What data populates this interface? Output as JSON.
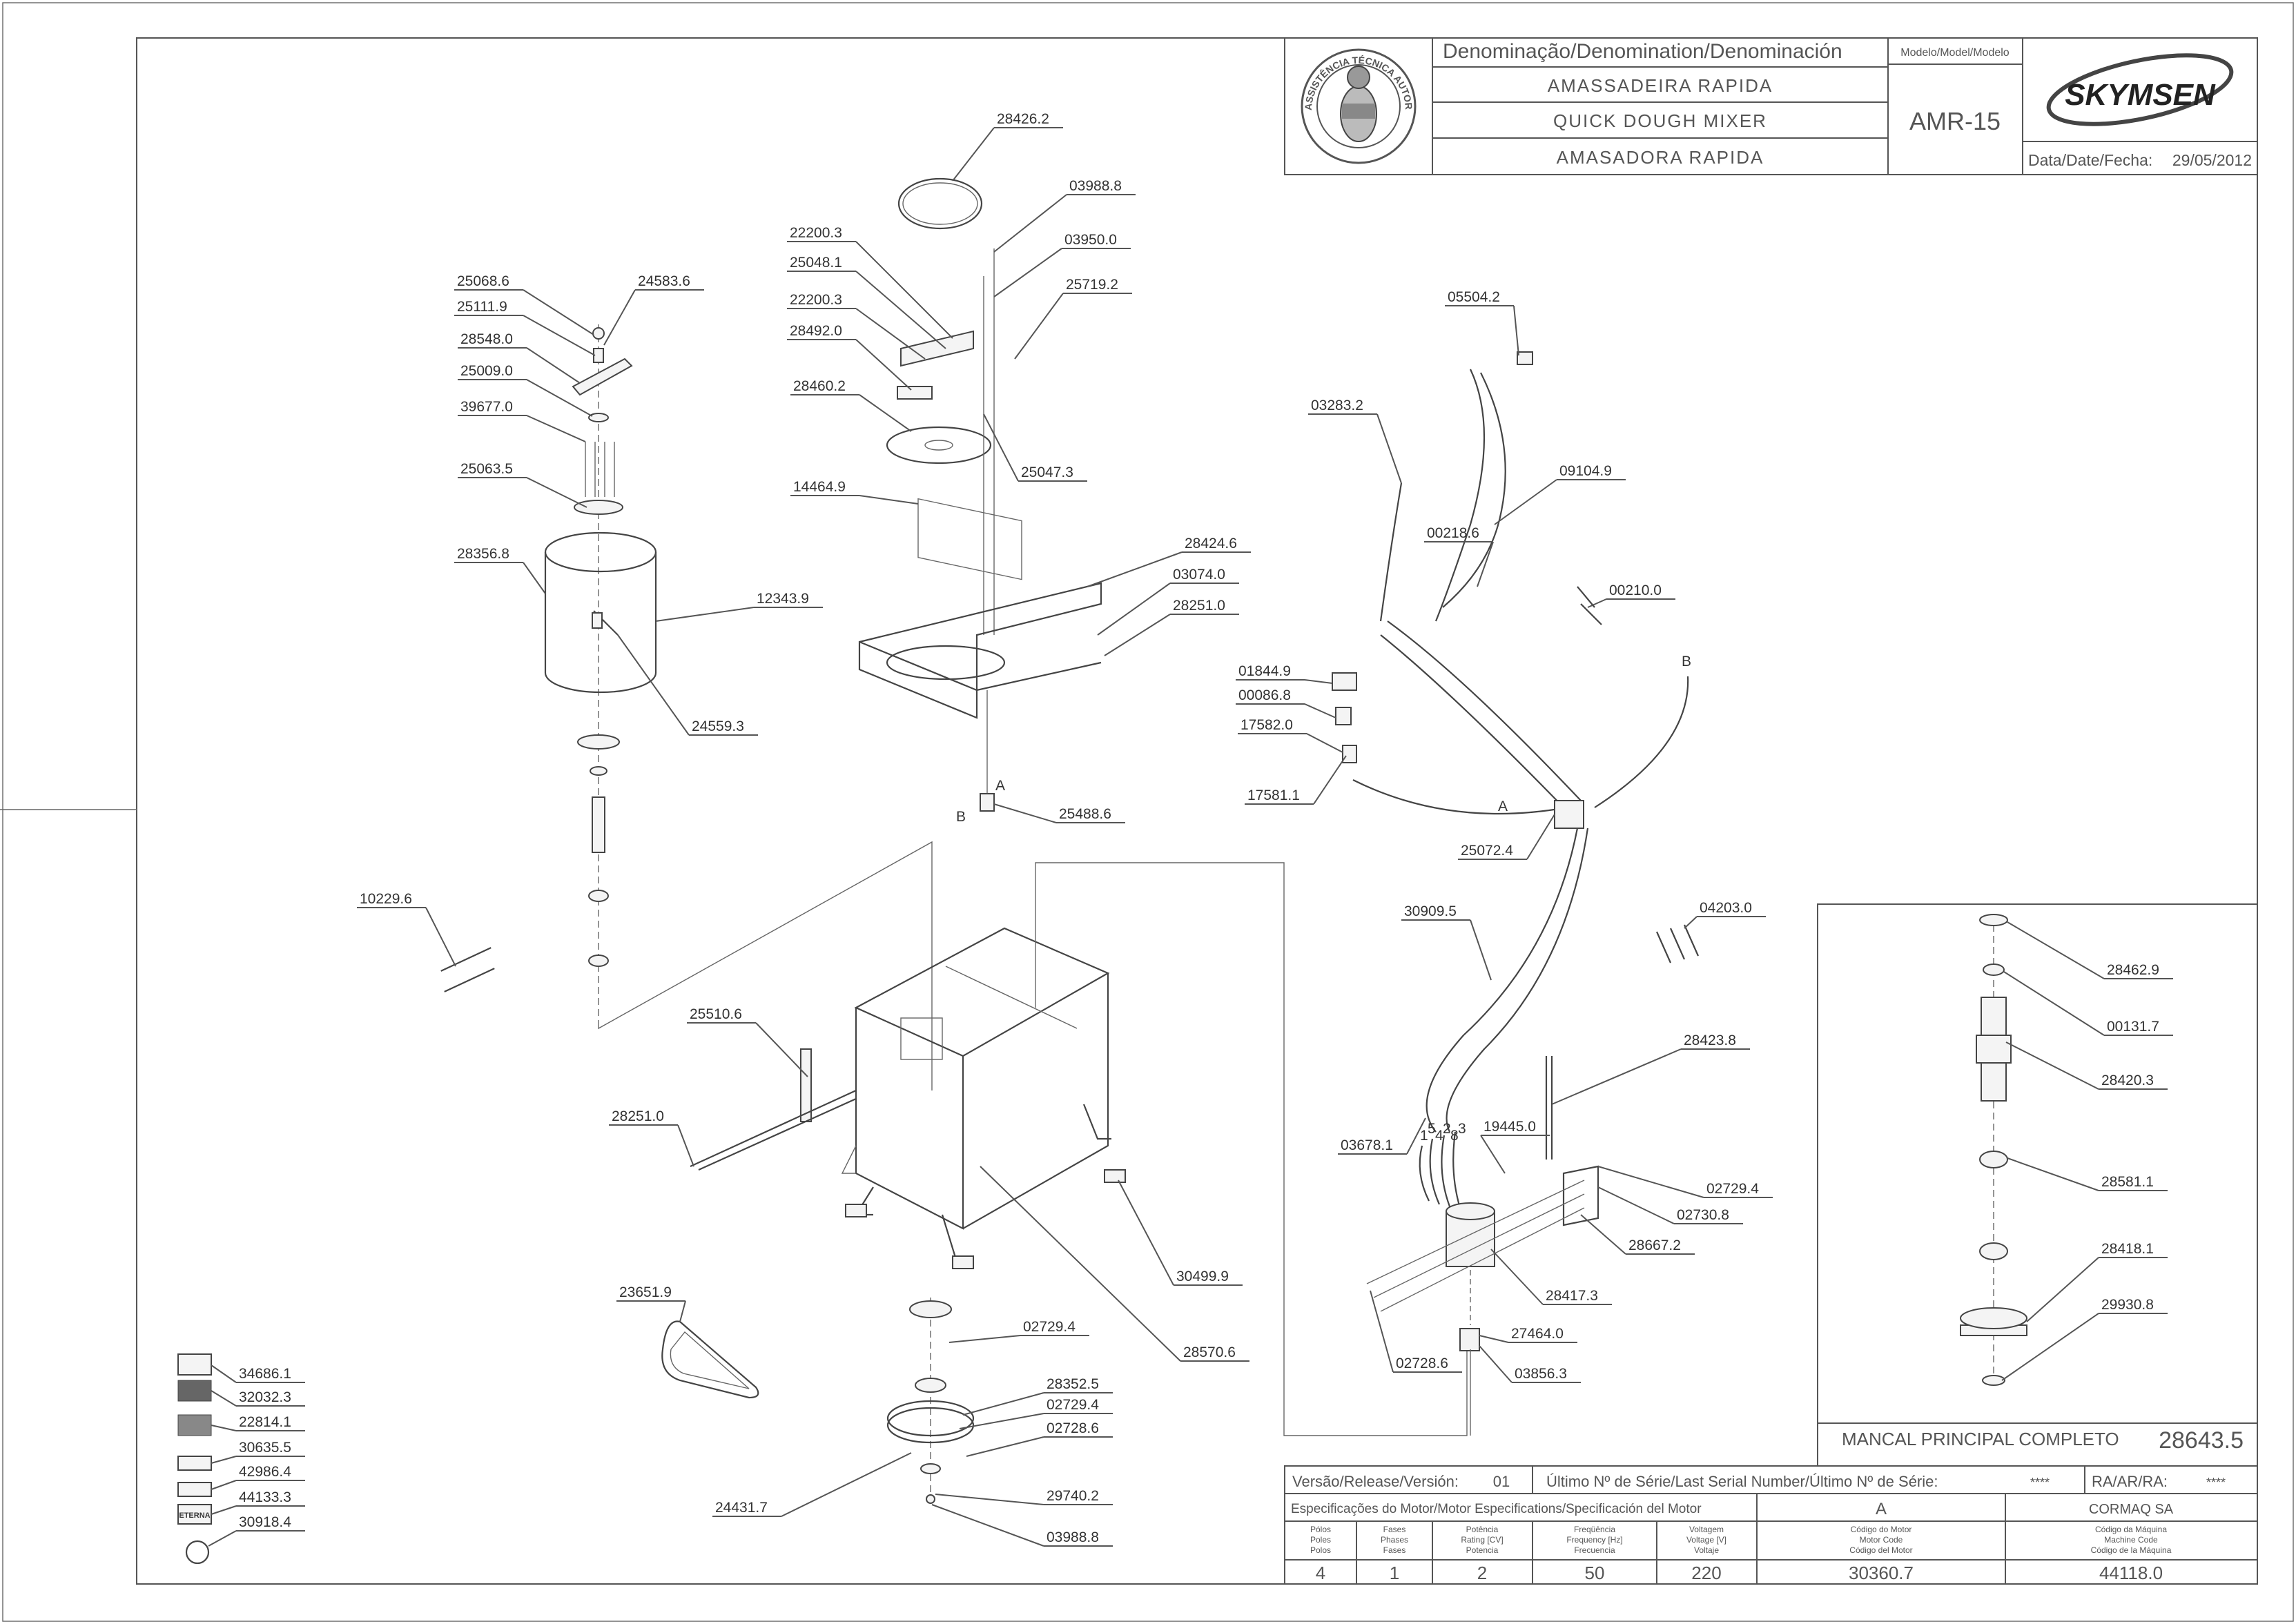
{
  "title_block": {
    "denomination_header": "Denominação/Denomination/Denominación",
    "name_pt": "AMASSADEIRA RAPIDA",
    "name_en": "QUICK DOUGH MIXER",
    "name_es": "AMASADORA RAPIDA",
    "model_header": "Modelo/Model/Modelo",
    "model": "AMR-15",
    "brand": "SKYMSEN",
    "date_label": "Data/Date/Fecha:",
    "date": "29/05/2012",
    "seal_text": "ASSISTÊNCIA TÉCNICA AUTORIZADA"
  },
  "bottom_block": {
    "version_label": "Versão/Release/Versión:",
    "version": "01",
    "last_serial_label": "Último Nº de Série/Last Serial Number/Último Nº de Série:",
    "last_serial": "****",
    "ra_label": "RA/AR/RA:",
    "ra": "****",
    "motor_spec_label": "Especificações do Motor/Motor Especifications/Specificación del Motor",
    "motor_letter": "A",
    "company": "CORMAQ SA",
    "columns": [
      {
        "header": [
          "Pólos",
          "Poles",
          "Polos"
        ],
        "value": "4"
      },
      {
        "header": [
          "Fases",
          "Phases",
          "Fases"
        ],
        "value": "1"
      },
      {
        "header": [
          "Potência",
          "Rating [CV]",
          "Potencia"
        ],
        "value": "2"
      },
      {
        "header": [
          "Freqüência",
          "Frequency [Hz]",
          "Frecuencia"
        ],
        "value": "50"
      },
      {
        "header": [
          "Voltagem",
          "Voltage [V]",
          "Voltaje"
        ],
        "value": "220"
      },
      {
        "header": [
          "Código do Motor",
          "Motor Code",
          "Código del Motor"
        ],
        "value": "30360.7"
      },
      {
        "header": [
          "Código da Máquina",
          "Machine Code",
          "Código de la Máquina"
        ],
        "value": "44118.0"
      }
    ]
  },
  "inset": {
    "title": "MANCAL PRINCIPAL COMPLETO",
    "code": "28643.5",
    "parts": [
      "28462.9",
      "00131.7",
      "28420.3",
      "28581.1",
      "28418.1",
      "29930.8"
    ]
  },
  "labels_bowl": [
    "25068.6",
    "24583.6",
    "25111.9",
    "28548.0",
    "25009.0",
    "39677.0",
    "25063.5",
    "28356.8",
    "12343.9",
    "24559.3",
    "10229.6"
  ],
  "labels_top": [
    "28426.2",
    "03988.8",
    "22200.3",
    "25048.1",
    "03950.0",
    "22200.3",
    "25719.2",
    "28492.0",
    "28460.2",
    "25047.3",
    "14464.9",
    "28424.6",
    "03074.0",
    "28251.0",
    "25488.6"
  ],
  "labels_frame": [
    "25510.6",
    "28251.0",
    "30499.9",
    "28570.6",
    "23651.9",
    "02729.4",
    "28352.5",
    "02729.4",
    "02728.6",
    "24431.7",
    "29740.2",
    "03988.8"
  ],
  "labels_electric": [
    "05504.2",
    "03283.2",
    "09104.9",
    "00218.6",
    "00210.0",
    "01844.9",
    "00086.8",
    "17582.0",
    "17581.1",
    "25072.4",
    "30909.5",
    "04203.0",
    "28423.8",
    "03678.1",
    "19445.0",
    "02729.4",
    "02730.8",
    "28667.2",
    "28417.3",
    "27464.0",
    "02728.6",
    "03856.3"
  ],
  "labels_decals": [
    "34686.1",
    "32032.3",
    "22814.1",
    "30635.5",
    "42986.4",
    "44133.3",
    "30918.4"
  ],
  "decal_brand": "ETERNA",
  "wire_marks": [
    "A",
    "B",
    "A",
    "B"
  ],
  "motor_terminals": [
    "1",
    "5",
    "4",
    "2",
    "8",
    "3"
  ]
}
